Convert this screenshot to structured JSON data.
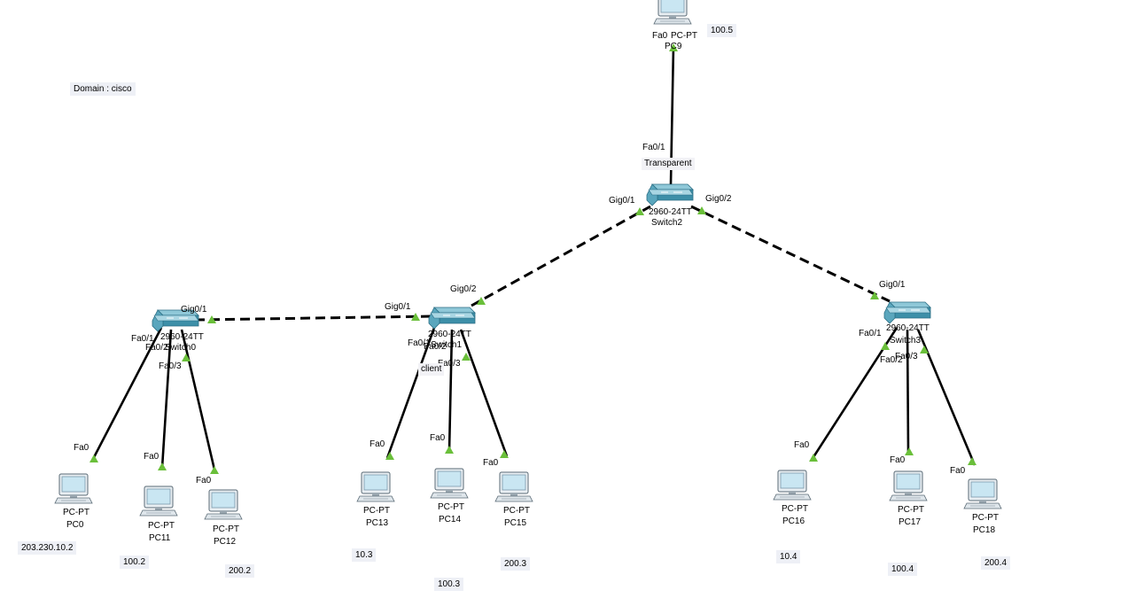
{
  "note_domain": "Domain : cisco",
  "mode_label": "Transparent",
  "server": {
    "port": "Fa0",
    "model": "PC-PT",
    "name": "PC9",
    "ip": "100.5"
  },
  "switches": {
    "sw2": {
      "model": "2960-24TT",
      "name": "Switch2",
      "p_top": "Fa0/1",
      "p_left": "Gig0/1",
      "p_right": "Gig0/2"
    },
    "sw0": {
      "model": "2960-24TT",
      "name": "Switch0",
      "p_gig": "Gig0/1",
      "p1": "Fa0/1",
      "p2": "Fa0/2",
      "p3": "Fa0/3"
    },
    "sw1": {
      "model": "2960-24TT",
      "name": "Switch1",
      "p_gig1": "Gig0/1",
      "p_gig2": "Gig0/2",
      "p1": "Fa0/1",
      "p2": "Fa0/2",
      "p3": "Fa0/3",
      "mode": "client"
    },
    "sw3": {
      "model": "2960-24TT",
      "name": "Switch3",
      "p_gig": "Gig0/1",
      "p1": "Fa0/1",
      "p2": "Fa0/2",
      "p3": "Fa0/3"
    }
  },
  "pcs": [
    {
      "model": "PC-PT",
      "name": "PC0",
      "port": "Fa0",
      "ip": "203.230.10.2"
    },
    {
      "model": "PC-PT",
      "name": "PC11",
      "port": "Fa0",
      "ip": "100.2"
    },
    {
      "model": "PC-PT",
      "name": "PC12",
      "port": "Fa0",
      "ip": "200.2"
    },
    {
      "model": "PC-PT",
      "name": "PC13",
      "port": "Fa0",
      "ip": "10.3"
    },
    {
      "model": "PC-PT",
      "name": "PC14",
      "port": "Fa0",
      "ip": "100.3"
    },
    {
      "model": "PC-PT",
      "name": "PC15",
      "port": "Fa0",
      "ip": "200.3"
    },
    {
      "model": "PC-PT",
      "name": "PC16",
      "port": "Fa0",
      "ip": "10.4"
    },
    {
      "model": "PC-PT",
      "name": "PC17",
      "port": "Fa0",
      "ip": "100.4"
    },
    {
      "model": "PC-PT",
      "name": "PC18",
      "port": "Fa0",
      "ip": "200.4"
    }
  ],
  "colors": {
    "cable": "#000000",
    "link_up": "#6abf3a",
    "switch_body": "#3d8fa8",
    "pc_screen": "#c9e6f2"
  }
}
